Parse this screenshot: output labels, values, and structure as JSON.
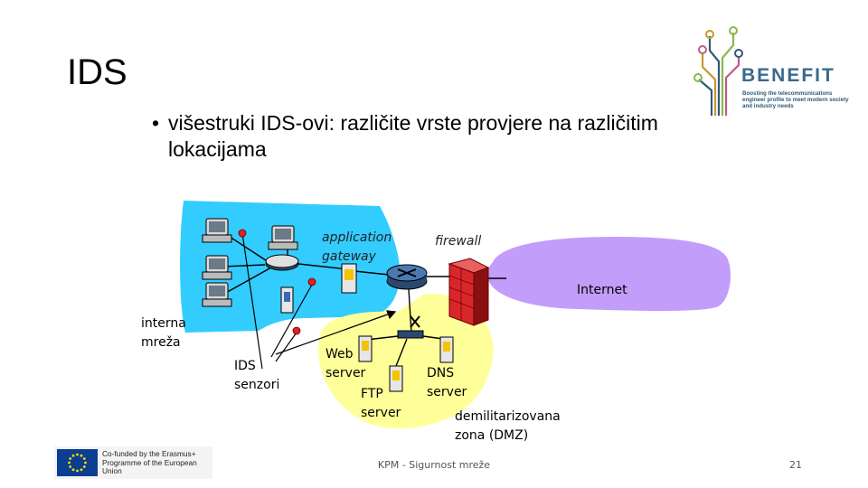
{
  "title": "IDS",
  "bullet": {
    "marker": "•",
    "text": "višestruki IDS-ovi: različite vrste provjere na različitim lokacijama"
  },
  "diagram": {
    "labels": {
      "application_gateway": "application gateway",
      "firewall": "firewall",
      "internet": "Internet",
      "internal_network": "interna mreža",
      "ids_sensors": "IDS senzori",
      "web_server": "Web server",
      "ftp_server": "FTP server",
      "dns_server": "DNS server",
      "dmz": "demilitarizovana zona (DMZ)"
    },
    "colors": {
      "internal_network": "#33ccff",
      "dmz": "#ffff99",
      "internet": "#c29dfa",
      "firewall": "#d8272b",
      "sensor": "#e02020"
    }
  },
  "logo": {
    "brand": "BENEFIT",
    "tagline": "Boosting the telecommunications engineer profile to meet modern society and industry needs"
  },
  "eu_badge": {
    "text": "Co-funded by the Erasmus+ Programme of the European Union"
  },
  "footer": "KPM - Sigurnost mreže",
  "page_number": "21"
}
